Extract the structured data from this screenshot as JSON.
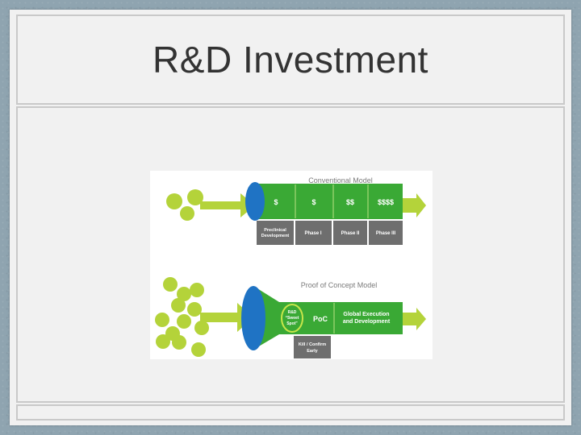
{
  "slide": {
    "title": "R&D Investment"
  },
  "diagram": {
    "conventional": {
      "heading": "Conventional Model",
      "segments": [
        "$",
        "$",
        "$$",
        "$$$$"
      ],
      "phase_lines": [
        [
          "Preclinical",
          "Development"
        ],
        [
          "Phase I"
        ],
        [
          "Phase II"
        ],
        [
          "Phase III"
        ]
      ]
    },
    "poc": {
      "heading": "Proof of Concept Model",
      "sweet_spot": [
        "R&D",
        "“Sweet",
        "Spot”"
      ],
      "poc_label": "PoC",
      "execution": [
        "Global Execution",
        "and Development"
      ],
      "kill_lines": [
        "Kill / Confirm",
        "Early"
      ]
    },
    "colors": {
      "green": "#3aa935",
      "light_green": "#b4d33a",
      "blue": "#1f73c4",
      "gray": "#6e6e6e"
    }
  }
}
